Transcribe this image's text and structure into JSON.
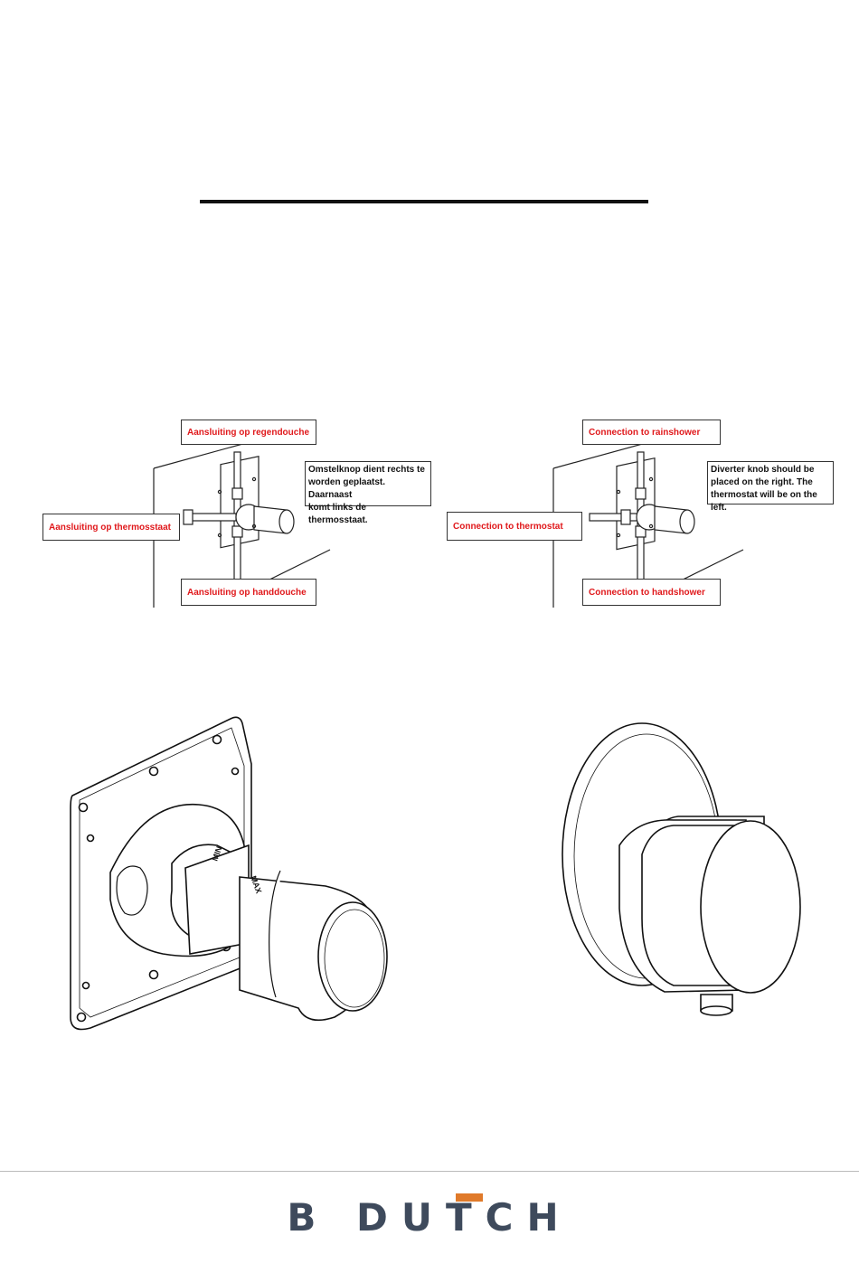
{
  "diagram_nl": {
    "label_top": "Aansluiting op regendouche",
    "label_left": "Aansluiting op thermosstaat",
    "label_bottom": "Aansluiting op handdouche",
    "note": "Omstelknop dient rechts te\nworden geplaatst. Daarnaast\nkomt links de thermosstaat."
  },
  "diagram_en": {
    "label_top": "Connection to rainshower",
    "label_left": "Connection to thermostat",
    "label_bottom": "Connection to handshower",
    "note": "Diverter knob should be\nplaced on the right. The\nthermostat will be on the left."
  },
  "product_left": {
    "marking_min": "MIN",
    "marking_max": "MAX"
  },
  "brand": {
    "name": "B DUTCH",
    "accent_color": "#e07a2a",
    "text_color": "#3e4a5c"
  }
}
